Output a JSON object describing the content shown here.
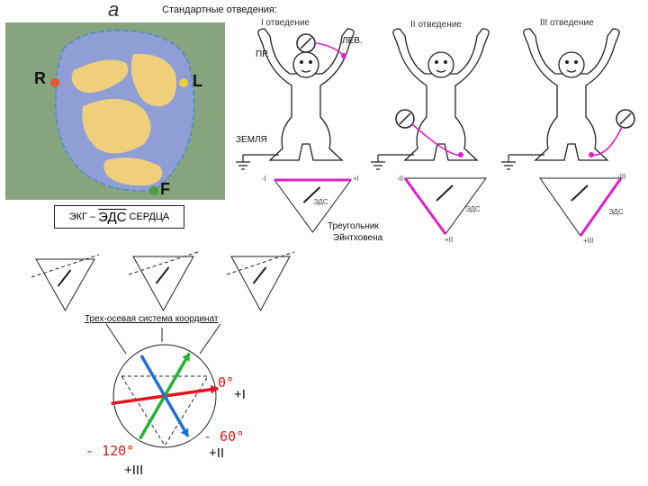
{
  "panel_letter": "a",
  "header": "Стандартные отведения:",
  "lead_titles": [
    "I отведение",
    "II отведение",
    "III отведение"
  ],
  "electrodes": {
    "r": "R",
    "l": "L",
    "f": "F"
  },
  "ecg_box": {
    "prefix": "ЭКГ –",
    "eds": "ЭДС",
    "suffix": "СЕРДЦА"
  },
  "body_labels": {
    "right": "ПР.",
    "left": "ЛЕВ.",
    "ground": "ЗЕМЛЯ"
  },
  "eds_label": "ЭДС",
  "einthoven": {
    "line1": "Треугольник",
    "line2": "Эйнтховена"
  },
  "triangle_signs": {
    "minus_I": "-I",
    "plus_I": "+I",
    "minus_II": "-II",
    "plus_II": "+II",
    "minus_III": "-III",
    "plus_III": "+III"
  },
  "triaxial_title": "Трех-осевая система координат",
  "angles": {
    "zero": "0°",
    "plus_I": "+I",
    "minus_60": "- 60°",
    "plus_II": "+II",
    "minus_120": "- 120°",
    "plus_III": "+III"
  },
  "colors": {
    "red_axis": "#e3141b",
    "green_axis": "#22b332",
    "blue_axis": "#1f6fd6",
    "magenta": "#e020c8",
    "torso": "#86a57e",
    "heart_blue": "#8f9fd6",
    "heart_yellow": "#efcf7a"
  }
}
